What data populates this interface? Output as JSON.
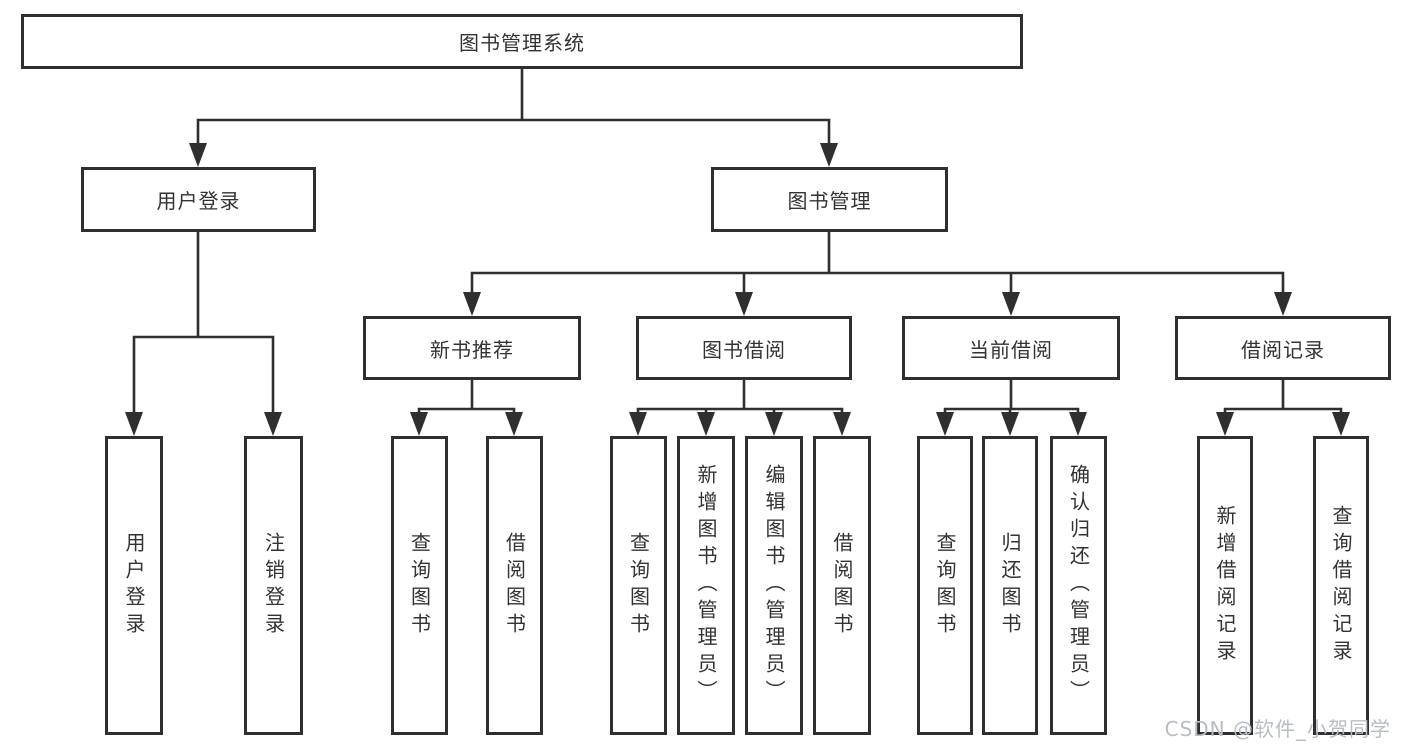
{
  "tree": {
    "label": "图书管理系统",
    "children": [
      {
        "label": "用户登录",
        "children": [
          {
            "label": "用户登录"
          },
          {
            "label": "注销登录"
          }
        ]
      },
      {
        "label": "图书管理",
        "children": [
          {
            "label": "新书推荐",
            "children": [
              {
                "label": "查询图书"
              },
              {
                "label": "借阅图书"
              }
            ]
          },
          {
            "label": "图书借阅",
            "children": [
              {
                "label": "查询图书"
              },
              {
                "label": "新增图书（管理员）"
              },
              {
                "label": "编辑图书（管理员）"
              },
              {
                "label": "借阅图书"
              }
            ]
          },
          {
            "label": "当前借阅",
            "children": [
              {
                "label": "查询图书"
              },
              {
                "label": "归还图书"
              },
              {
                "label": "确认归还（管理员）"
              }
            ]
          },
          {
            "label": "借阅记录",
            "children": [
              {
                "label": "新增借阅记录"
              },
              {
                "label": "查询借阅记录"
              }
            ]
          }
        ]
      }
    ]
  },
  "watermark": {
    "text": "CSDN @软件_小贺同学"
  },
  "colors": {
    "line": "#2f2f2f",
    "text": "#333333",
    "box_background": "#ffffff",
    "watermark": "#b9bdc3"
  }
}
